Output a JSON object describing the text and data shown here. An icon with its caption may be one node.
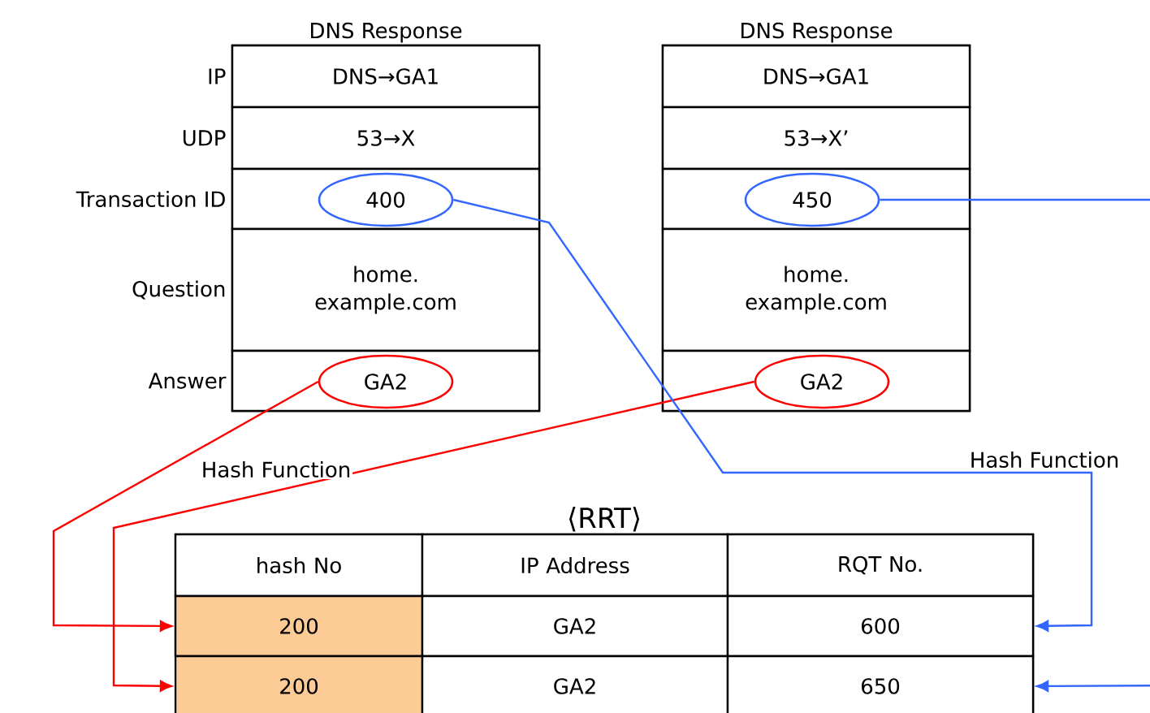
{
  "diagram": {
    "nodes": [
      {
        "text": [
          "DNS Response"
        ]
      },
      {
        "text": [
          "DNS→GA1"
        ],
        "in": 0,
        "beside": [
          "IP"
        ]
      },
      {
        "text": [
          "53→X"
        ],
        "in": 0,
        "beside": [
          "UDP"
        ]
      },
      {
        "text": [],
        "shape": "box",
        "in": 0,
        "beside": [
          "Transaction ID"
        ]
      },
      {
        "text": [
          "400"
        ],
        "in": 3
      },
      {
        "text": [
          "home. example.com"
        ],
        "in": 0,
        "beside": [
          "Question"
        ]
      },
      {
        "text": [],
        "shape": "box",
        "in": 0,
        "beside": [
          "Answer"
        ]
      },
      {
        "text": [
          "GA2"
        ],
        "in": 6
      },
      {
        "text": [
          "DNS Response"
        ]
      },
      {
        "text": [
          "DNS→GA1"
        ],
        "in": 8
      },
      {
        "text": [
          "53→X’"
        ],
        "in": 8
      },
      {
        "text": [],
        "shape": "box",
        "in": 8
      },
      {
        "text": [
          "450"
        ],
        "in": 11
      },
      {
        "text": [
          "home. example.com"
        ],
        "in": 8
      },
      {
        "text": [],
        "shape": "box",
        "in": 8
      },
      {
        "text": [
          "GA2"
        ],
        "in": 14
      },
      {
        "text": [
          "⟨RRT⟩"
        ]
      },
      {
        "text": [
          "hash No"
        ],
        "in": 16
      },
      {
        "text": [
          "IP Address"
        ],
        "in": 16
      },
      {
        "text": [
          "RQT No."
        ],
        "in": 16
      },
      {
        "text": [
          "200"
        ],
        "in": 16
      },
      {
        "text": [
          "GA2"
        ],
        "in": 16
      },
      {
        "text": [
          "600"
        ],
        "in": 16
      },
      {
        "text": [
          "200"
        ],
        "in": 16
      },
      {
        "text": [
          "GA2"
        ],
        "in": 16
      },
      {
        "text": [
          "650"
        ],
        "in": 16
      }
    ],
    "edges": [
      {
        "from": 7,
        "to": 20,
        "arrow": "to",
        "color": "#ff0000",
        "label": "Hash Function"
      },
      {
        "from": 15,
        "to": 23,
        "arrow": "to",
        "color": "#ff0000"
      },
      {
        "from": 4,
        "to": 22,
        "arrow": "to",
        "color": "#3366ff",
        "label": "Hash Function"
      },
      {
        "from": 12,
        "to": 25,
        "arrow": "to",
        "color": "#3366ff"
      }
    ]
  }
}
